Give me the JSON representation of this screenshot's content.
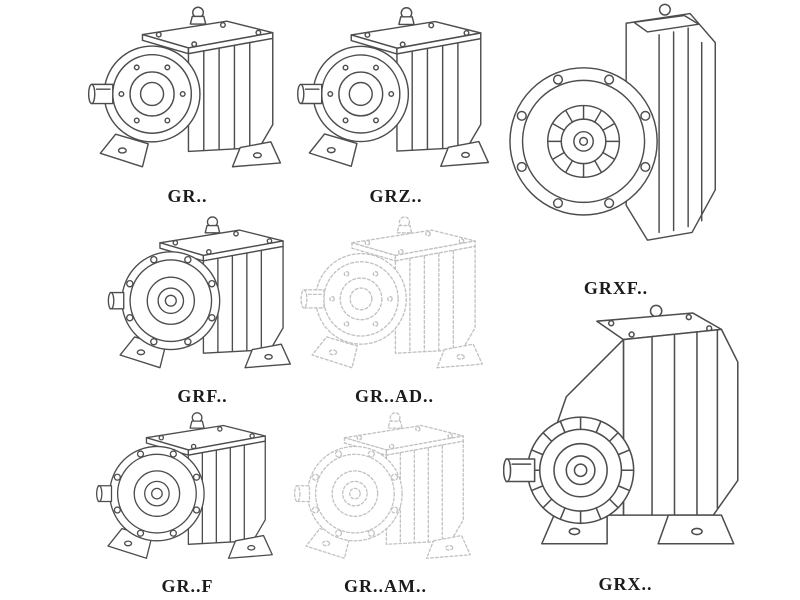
{
  "colors": {
    "background": "#ffffff",
    "line": "#4d4d4d",
    "phantom_line": "#c2c2c2",
    "label": "#1b1b1b"
  },
  "figures": [
    {
      "label": "GR..",
      "drawing": "foot-mounted-helical-gearbox",
      "style": "solid"
    },
    {
      "label": "GRZ..",
      "drawing": "foot-mounted-helical-gearbox",
      "style": "solid"
    },
    {
      "label": "GRXF..",
      "drawing": "flange-mounted-helical-gearbox-front",
      "style": "solid"
    },
    {
      "label": "GRF..",
      "drawing": "flange-foot-helical-gearbox",
      "style": "solid"
    },
    {
      "label": "GR..AD..",
      "drawing": "helical-gearbox-with-adapter-phantom",
      "style": "phantom"
    },
    {
      "label": "GR..F",
      "drawing": "flange-foot-helical-gearbox",
      "style": "solid"
    },
    {
      "label": "GR..AM..",
      "drawing": "helical-gearbox-with-adapter-phantom",
      "style": "phantom"
    },
    {
      "label": "GRX..",
      "drawing": "large-foot-mounted-helical-gearbox",
      "style": "solid"
    }
  ]
}
